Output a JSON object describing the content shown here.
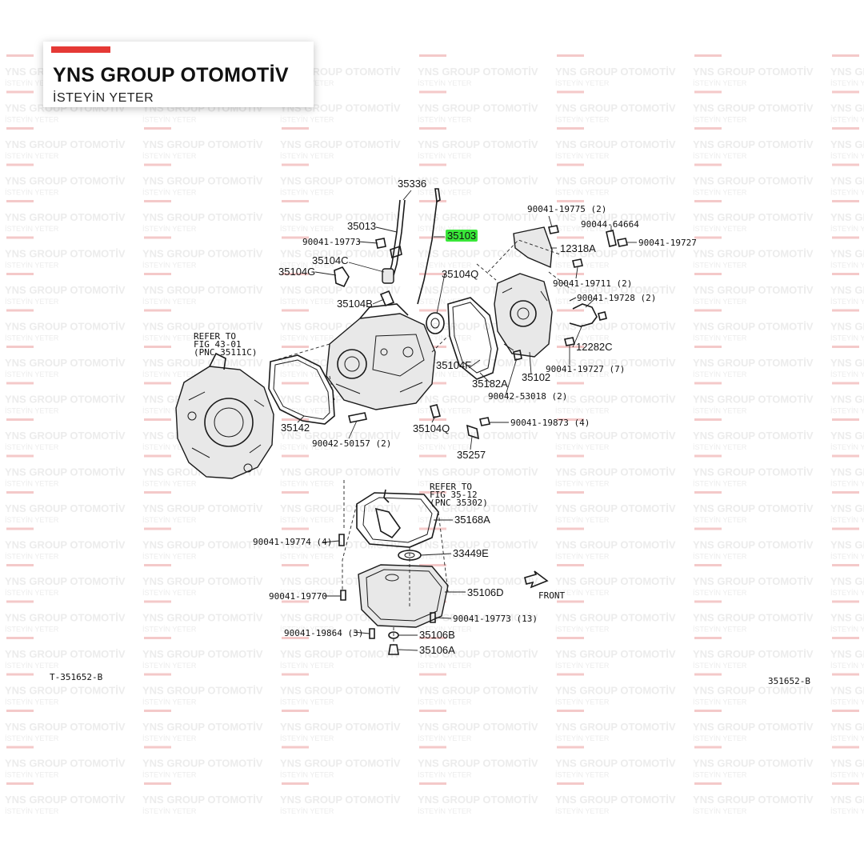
{
  "brand": {
    "title": "YNS GROUP OTOMOTİV",
    "subtitle": "İSTEYİN YETER",
    "accent_color": "#e53935"
  },
  "watermark": {
    "line1": "YNS GROUP OTOMOTİV",
    "line2": "İSTEYİN YETER"
  },
  "diagram": {
    "highlight_color": "#39e639",
    "highlighted_part": "35103",
    "parts": {
      "p35336": "35336",
      "p35013": "35013",
      "p35103": "35103",
      "b90041_19773": "90041-19773",
      "p35104C": "35104C",
      "p35104G": "35104G",
      "p35104B": "35104B",
      "p35104Q_top": "35104Q",
      "p35104F": "35104F",
      "p35182A": "35182A",
      "p35102": "35102",
      "b90042_53018": "90042-53018 (2)",
      "b90041_19775": "90041-19775 (2)",
      "b90044_64664": "90044-64664",
      "b90041_19727": "90041-19727",
      "p12318A": "12318A",
      "b90041_19711": "90041-19711 (2)",
      "b90041_19728": "90041-19728 (2)",
      "p12282C": "12282C",
      "b90041_19727_7": "90041-19727 (7)",
      "p35142": "35142",
      "b90042_50157": "90042-50157 (2)",
      "p35104Q_bottom": "35104Q",
      "b90041_19873": "90041-19873 (4)",
      "p35257": "35257",
      "p35168A": "35168A",
      "b90041_19774": "90041-19774 (4)",
      "p33449E": "33449E",
      "b90041_19770": "90041-19770",
      "p35106D": "35106D",
      "b90041_19773_13": "90041-19773 (13)",
      "b90041_19864": "90041-19864 (3)",
      "p35106B": "35106B",
      "p35106A": "35106A",
      "front": "FRONT"
    },
    "refer1": [
      "REFER TO",
      "FIG 43-01",
      "(PNC 35111C)"
    ],
    "refer2": [
      "REFER TO",
      "FIG 35-12",
      "(PNC 35302)"
    ],
    "code_left": "T-351652-B",
    "code_right": "351652-B"
  }
}
